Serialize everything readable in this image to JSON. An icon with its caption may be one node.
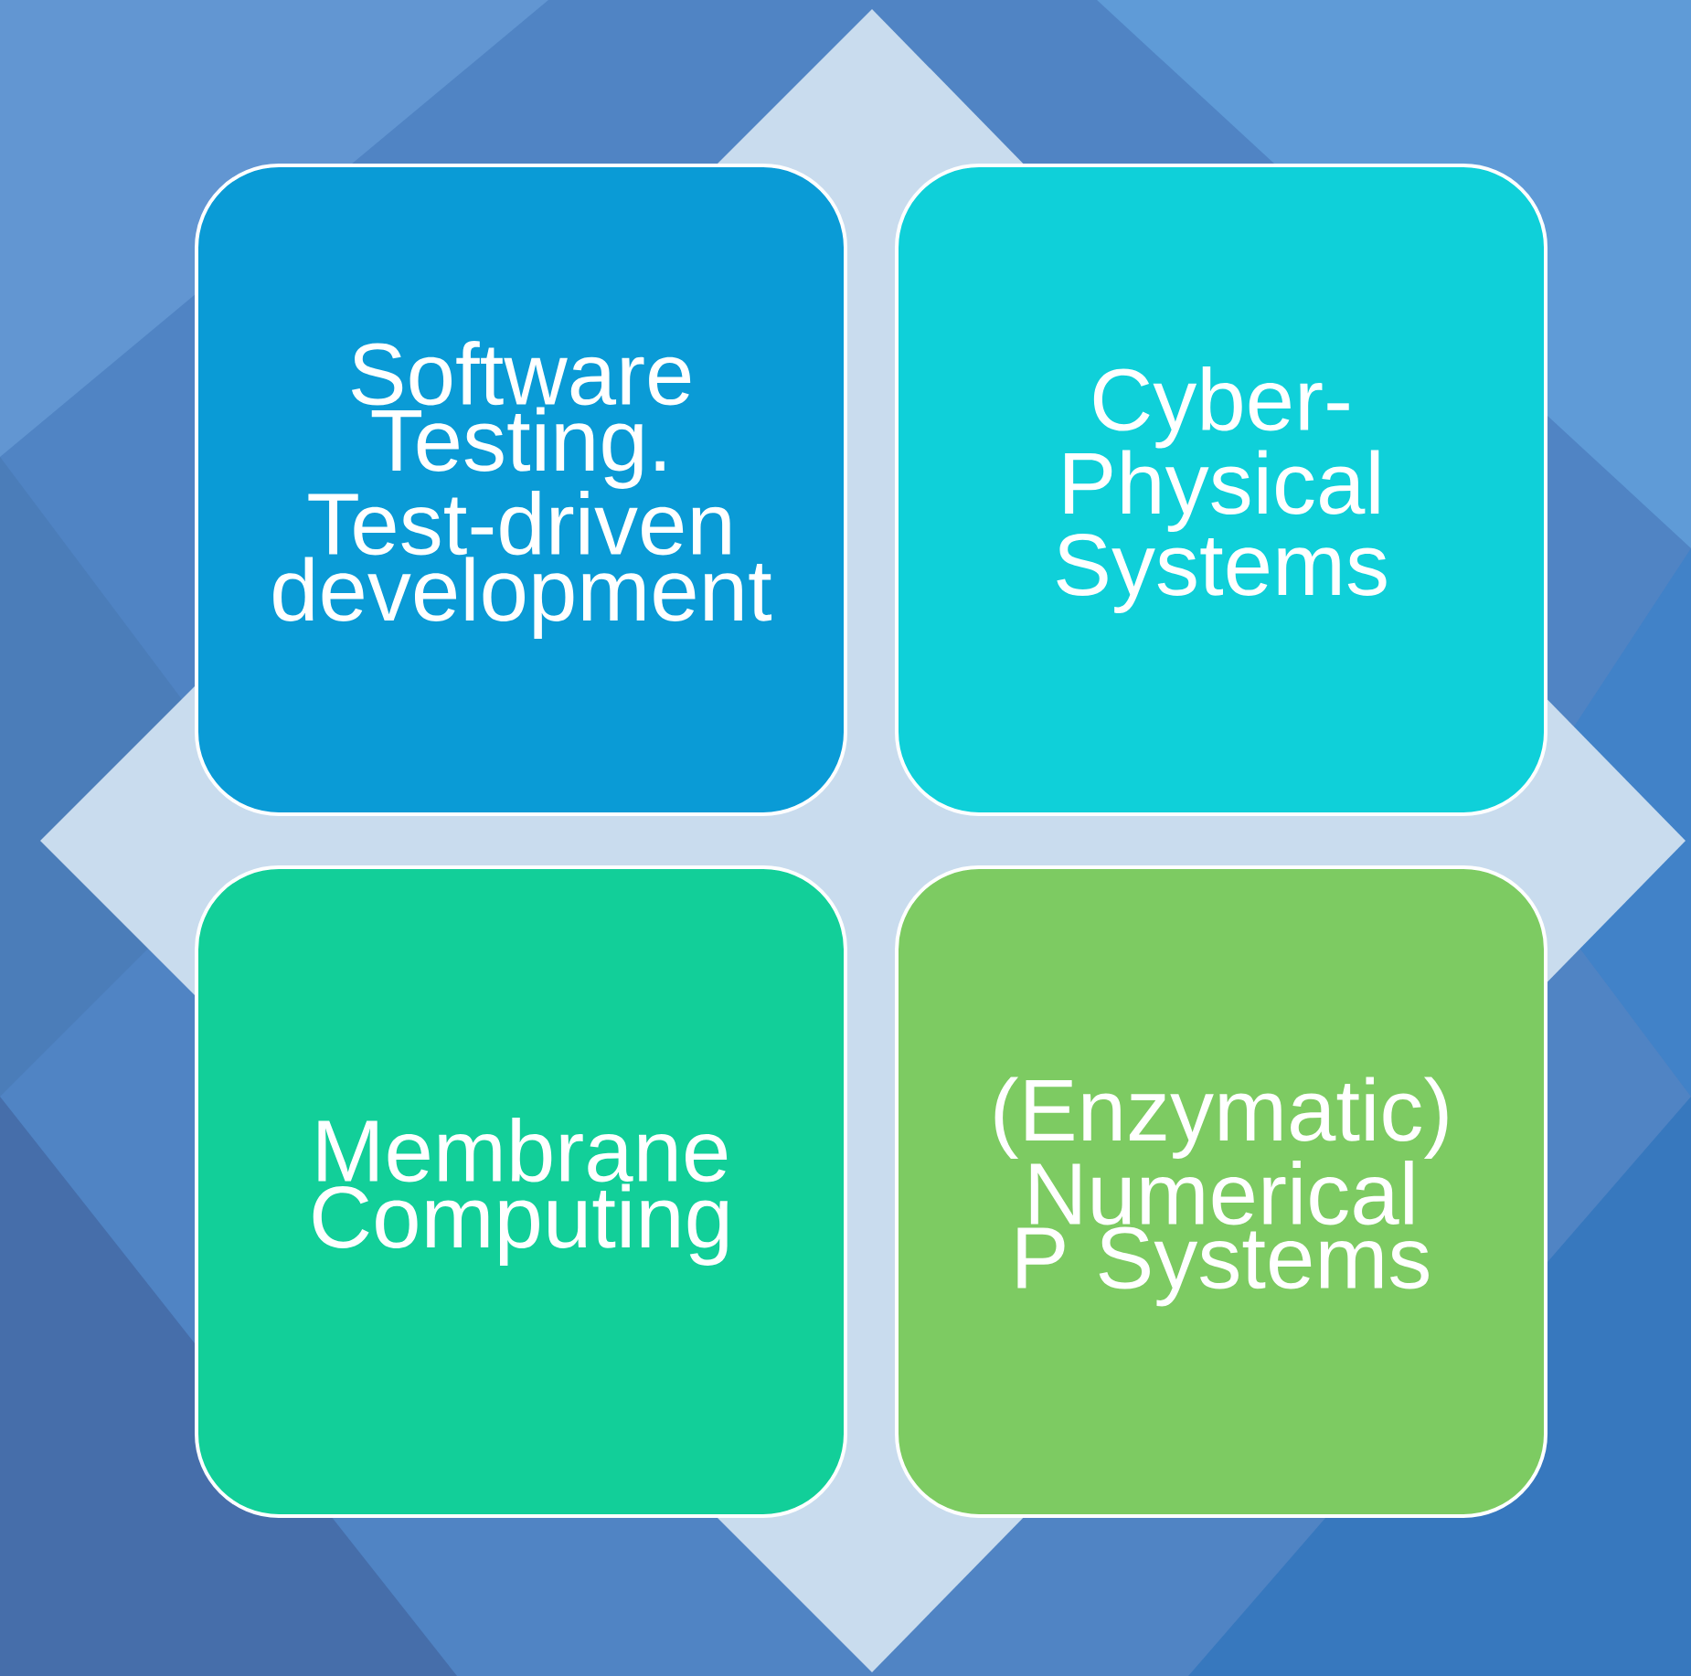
{
  "diagram": {
    "nodes": [
      {
        "text": [
          "Software Testing. Test-driven development"
        ]
      },
      {
        "text": [
          "Cyber-Physical Systems"
        ]
      },
      {
        "text": [
          "Membrane Computing"
        ]
      },
      {
        "text": [
          "(Enzymatic) Numerical P Systems"
        ]
      }
    ]
  }
}
